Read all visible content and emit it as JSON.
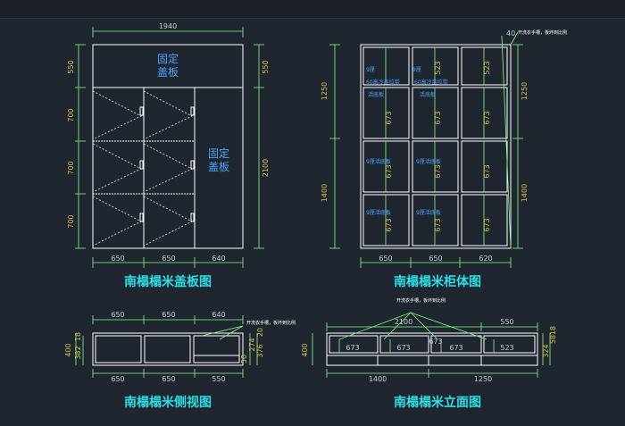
{
  "colors": {
    "background": "#202630",
    "outline": "#ffffff",
    "dimension": "#7fff7f",
    "title": "#28e0e6",
    "label": "#4aa3ff"
  },
  "cover_view": {
    "title": "南榻榻米盖板图",
    "overall_width": "1940",
    "fixed_cover_top": "固定\n盖板",
    "fixed_cover_right": "固定\n盖板",
    "left_dims": [
      "550",
      "700",
      "700",
      "700"
    ],
    "right_dims": [
      "550",
      "2100"
    ],
    "bottom_dims": [
      "650",
      "650",
      "640"
    ]
  },
  "body_view": {
    "title": "南榻榻米柜体图",
    "left_dims": [
      "1250",
      "1400"
    ],
    "right_dims": [
      "1250",
      "1400"
    ],
    "bottom_dims": [
      "650",
      "650",
      "620"
    ],
    "top_dim": "40",
    "note": "开洗衣手槽，板坏到比例",
    "cell_value": "673",
    "cell_value_small": "523",
    "labels": {
      "a": "9厘",
      "b": "60高冷盖拉带",
      "c": "活底板",
      "d": "9厘活底板"
    }
  },
  "side_view": {
    "title": "南榻榻米侧视图",
    "top_dims": [
      "650",
      "650",
      "640"
    ],
    "bottom_dims": [
      "650",
      "650",
      "550"
    ],
    "left_dims": [
      "400",
      "382",
      "18"
    ],
    "right_dims": [
      "50",
      "274",
      "376",
      "20"
    ],
    "note": "开洗衣手槽，板坏到比例"
  },
  "elevation_view": {
    "title": "南榻榻米立面图",
    "top_dims": [
      "2100",
      "550"
    ],
    "bottom_dims": [
      "1400",
      "1250"
    ],
    "left_dims": [
      "400"
    ],
    "right_dims": [
      "324",
      "58",
      "18"
    ],
    "cell_values": [
      "673",
      "673",
      "673",
      "673",
      "523"
    ],
    "note": "开洗衣手槽，板坏到比例"
  }
}
